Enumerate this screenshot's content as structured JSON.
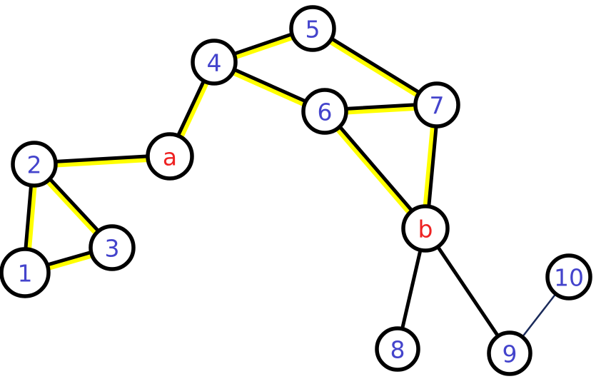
{
  "colors": {
    "background": "#ffffff",
    "node_stroke": "#000000",
    "node_fill": "#ffffff",
    "edge": "#000000",
    "highlight": "#ffff00",
    "thin_edge": "#1a2a5a",
    "label_number": "#4444cc",
    "label_special": "#ee2222"
  },
  "nodes": [
    {
      "id": "1",
      "label": "1",
      "kind": "number"
    },
    {
      "id": "2",
      "label": "2",
      "kind": "number"
    },
    {
      "id": "3",
      "label": "3",
      "kind": "number"
    },
    {
      "id": "a",
      "label": "a",
      "kind": "special"
    },
    {
      "id": "4",
      "label": "4",
      "kind": "number"
    },
    {
      "id": "5",
      "label": "5",
      "kind": "number"
    },
    {
      "id": "6",
      "label": "6",
      "kind": "number"
    },
    {
      "id": "7",
      "label": "7",
      "kind": "number"
    },
    {
      "id": "b",
      "label": "b",
      "kind": "special"
    },
    {
      "id": "8",
      "label": "8",
      "kind": "number"
    },
    {
      "id": "9",
      "label": "9",
      "kind": "number"
    },
    {
      "id": "10",
      "label": "10",
      "kind": "number"
    }
  ],
  "edges": [
    {
      "from": "1",
      "to": "2",
      "highlighted": true
    },
    {
      "from": "2",
      "to": "3",
      "highlighted": true
    },
    {
      "from": "1",
      "to": "3",
      "highlighted": true
    },
    {
      "from": "2",
      "to": "a",
      "highlighted": true
    },
    {
      "from": "a",
      "to": "4",
      "highlighted": true
    },
    {
      "from": "4",
      "to": "5",
      "highlighted": true
    },
    {
      "from": "4",
      "to": "6",
      "highlighted": true
    },
    {
      "from": "5",
      "to": "7",
      "highlighted": true
    },
    {
      "from": "6",
      "to": "7",
      "highlighted": true
    },
    {
      "from": "6",
      "to": "b",
      "highlighted": true
    },
    {
      "from": "7",
      "to": "b",
      "highlighted": true
    },
    {
      "from": "b",
      "to": "8",
      "highlighted": false
    },
    {
      "from": "b",
      "to": "9",
      "highlighted": false
    },
    {
      "from": "9",
      "to": "10",
      "highlighted": false,
      "thin": true
    }
  ]
}
